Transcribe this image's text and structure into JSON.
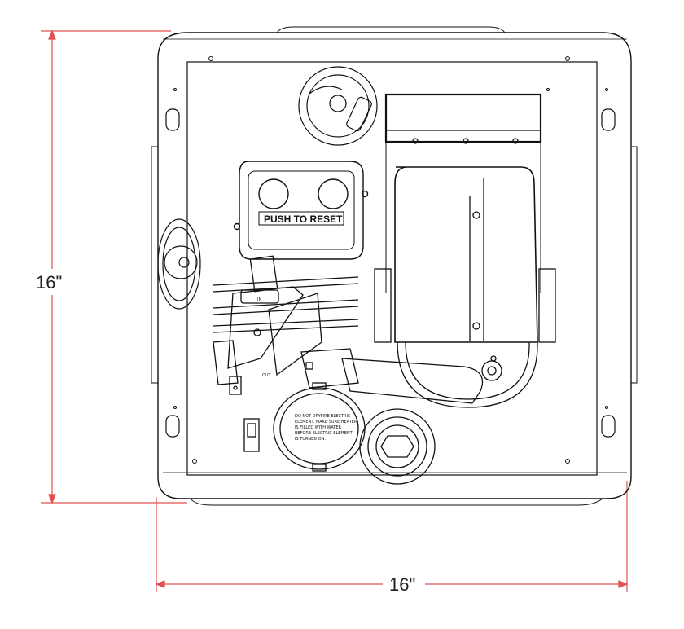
{
  "dimensions": {
    "height_label": "16\"",
    "width_label": "16\"",
    "line_color": "#e05050"
  },
  "labels": {
    "reset": "PUSH TO RESET",
    "warning_lines": [
      "DO NOT DRYFIRE ELECTRIC",
      "ELEMENT. MAKE SURE HEATER",
      "IS FILLED WITH WATER",
      "BEFORE ELECTRIC ELEMENT",
      "IS TURNED ON."
    ],
    "in_tag": "IN",
    "out_tag": "OUT"
  }
}
